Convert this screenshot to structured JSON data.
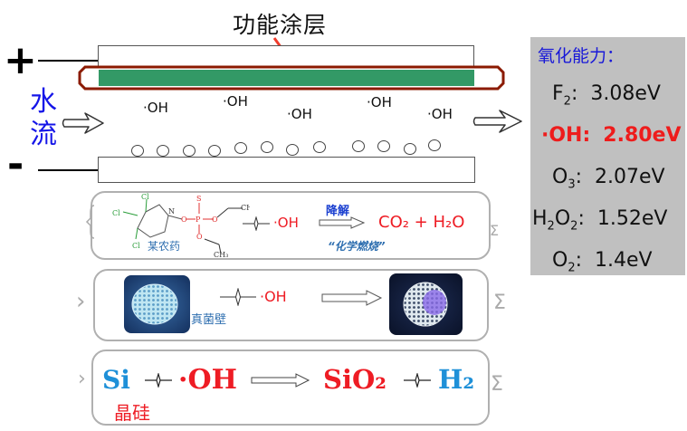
{
  "header": {
    "title": "功能涂层"
  },
  "electrodes": {
    "positive": "+",
    "negative": "-"
  },
  "water_flow": {
    "label_line1": "水",
    "label_line2": "流"
  },
  "radicals": [
    {
      "label": "·OH"
    },
    {
      "label": "·OH"
    },
    {
      "label": "·OH"
    },
    {
      "label": "·OH"
    },
    {
      "label": "·OH"
    }
  ],
  "oxidation_panel": {
    "title": "氧化能力：",
    "rows": [
      {
        "species": "F",
        "sub": "2",
        "suffix": "",
        "value": "3.08eV",
        "highlight": false
      },
      {
        "species": "·OH",
        "sub": "",
        "suffix": "",
        "value": "2.80eV",
        "highlight": true
      },
      {
        "species": "O",
        "sub": "3",
        "suffix": "",
        "value": "2.07eV",
        "highlight": false
      },
      {
        "species": "H",
        "sub": "2",
        "suffix": "O",
        "sub2": "2",
        "value": "1.52eV",
        "highlight": false
      },
      {
        "species": "O",
        "sub": "2",
        "suffix": "",
        "value": "1.4eV",
        "highlight": false
      }
    ],
    "colors": {
      "background": "#c0c0c0",
      "title": "#1818d8",
      "highlight": "#ee1c1c"
    }
  },
  "reactions": {
    "pesticide": {
      "atoms": {
        "cl": "Cl",
        "n": "N",
        "o": "O",
        "p": "P",
        "s": "S",
        "ch3": "CH₃"
      },
      "caption": "某农药",
      "oh": "·OH",
      "arrow_label": "降解",
      "products": "CO₂ + H₂O",
      "subtitle": "“化学燃烧”"
    },
    "fungus": {
      "caption": "真菌壁",
      "oh": "·OH"
    },
    "silicon": {
      "reactant": "Si",
      "oh": "·OH",
      "product1": "SiO₂",
      "product2": "H₂",
      "caption": "晶硅"
    },
    "symbols": {
      "sigma": "Σ",
      "chevron": "›",
      "plus": "+"
    }
  }
}
